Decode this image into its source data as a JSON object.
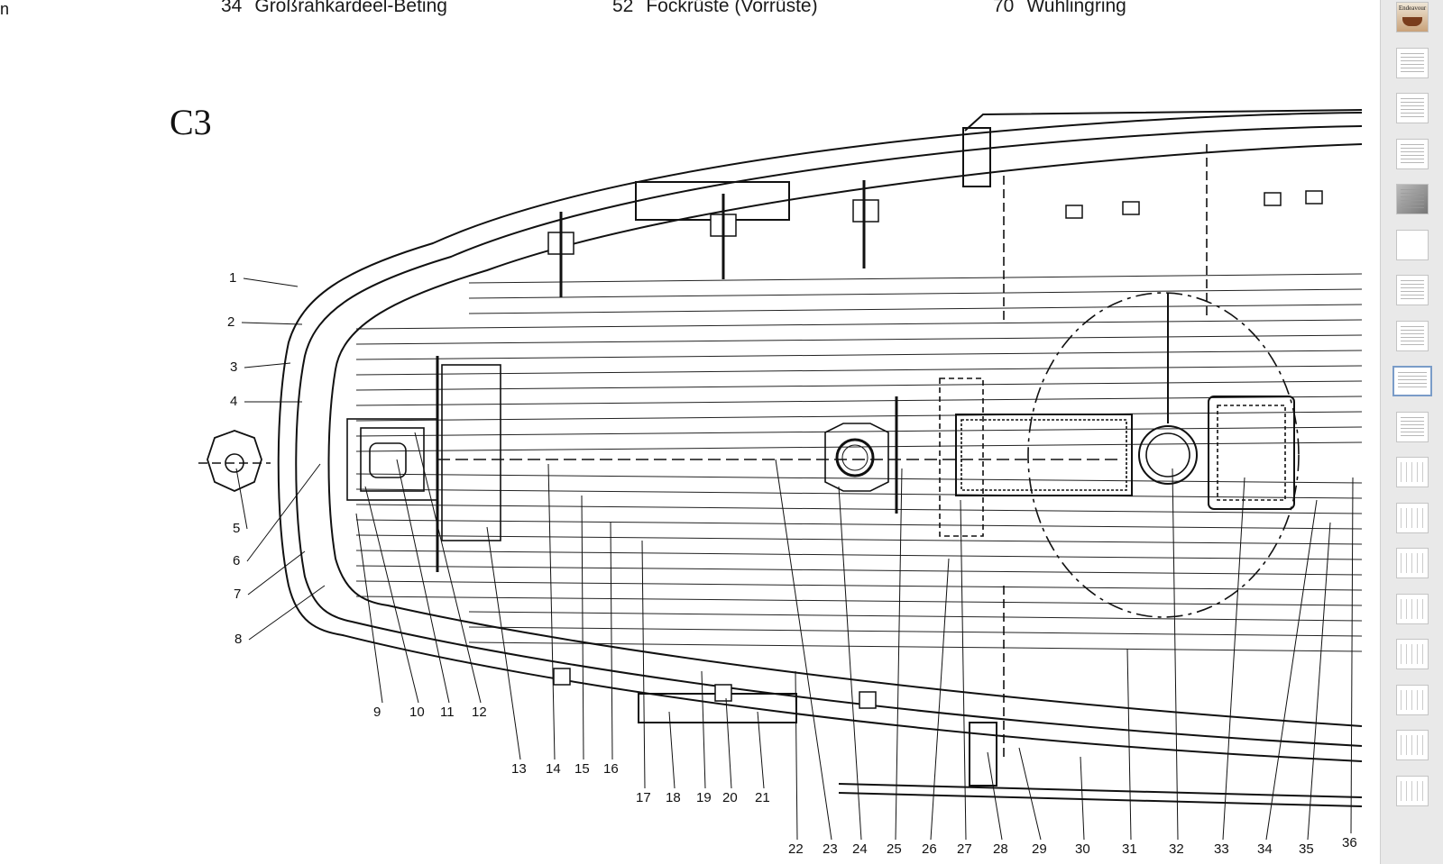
{
  "legend": [
    {
      "num": "34",
      "label": "Großrahkardeel-Beting"
    },
    {
      "num": "52",
      "label": "Fockrüste (Vorrüste)"
    },
    {
      "num": "70",
      "label": "Wuhlingring"
    }
  ],
  "figure_label": "C3",
  "edge_mark": "n",
  "callouts": [
    "1",
    "2",
    "3",
    "4",
    "5",
    "6",
    "7",
    "8",
    "9",
    "10",
    "11",
    "12",
    "13",
    "14",
    "15",
    "16",
    "17",
    "18",
    "19",
    "20",
    "21",
    "22",
    "23",
    "24",
    "25",
    "26",
    "27",
    "28",
    "29",
    "30",
    "31",
    "32",
    "33",
    "34",
    "35",
    "36"
  ],
  "sidebar": {
    "cover_caption": "Endeavour",
    "thumbnails": [
      "cover",
      "text",
      "text",
      "text",
      "photo",
      "blank",
      "text",
      "text",
      "selected",
      "text",
      "drawing",
      "drawing",
      "drawing",
      "drawing",
      "drawing",
      "drawing",
      "drawing",
      "drawing"
    ]
  }
}
